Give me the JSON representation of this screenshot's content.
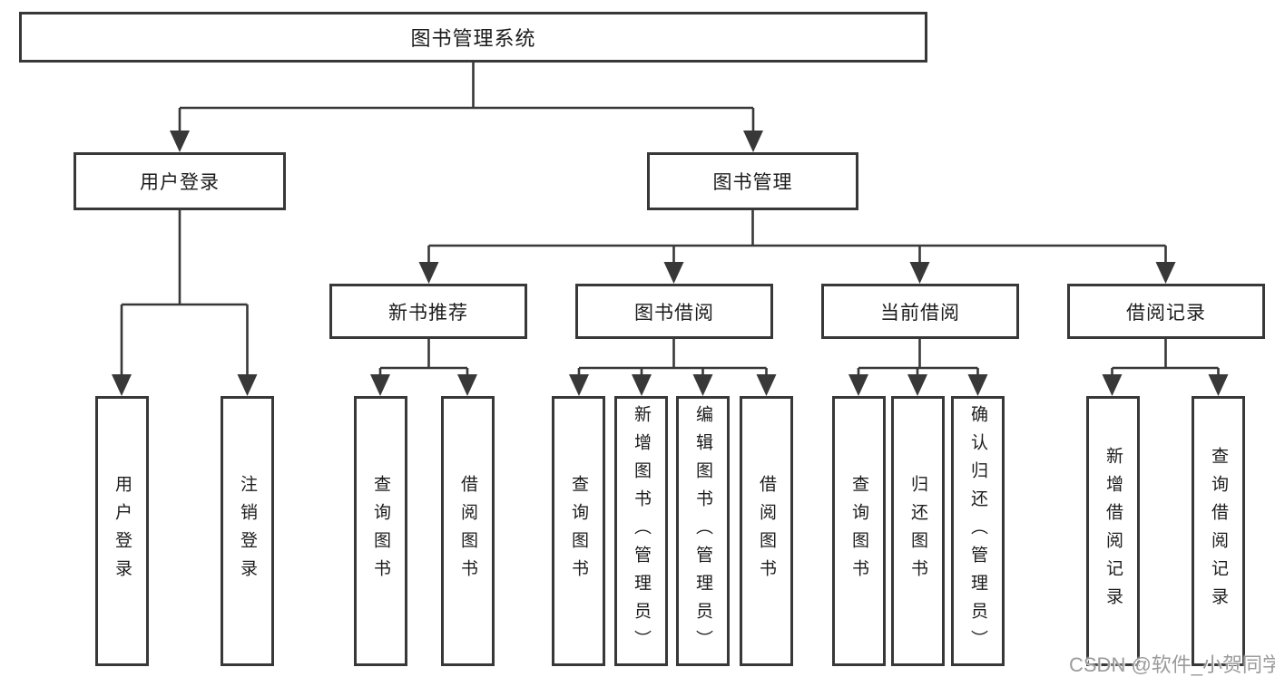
{
  "title": {
    "label": "图书管理系统"
  },
  "branches": [
    {
      "label": "用户登录",
      "children": [
        {
          "label": "用户登录"
        },
        {
          "label": "注销登录"
        }
      ]
    },
    {
      "label": "图书管理",
      "sections": [
        {
          "label": "新书推荐",
          "children": [
            {
              "label": "查询图书"
            },
            {
              "label": "借阅图书"
            }
          ]
        },
        {
          "label": "图书借阅",
          "children": [
            {
              "label": "查询图书"
            },
            {
              "label": "新增图书（管理员）"
            },
            {
              "label": "编辑图书（管理员）"
            },
            {
              "label": "借阅图书"
            }
          ]
        },
        {
          "label": "当前借阅",
          "children": [
            {
              "label": "查询图书"
            },
            {
              "label": "归还图书"
            },
            {
              "label": "确认归还（管理员）"
            }
          ]
        },
        {
          "label": "借阅记录",
          "children": [
            {
              "label": "新增借阅记录"
            },
            {
              "label": "查询借阅记录"
            }
          ]
        }
      ]
    }
  ],
  "watermark": {
    "text": "CSDN @软件_小贺同学"
  },
  "colors": {
    "line": "#383838",
    "box_border": "#383838",
    "text": "#1c1c1c",
    "background": "#ffffff",
    "watermark": "#9b9b9b"
  }
}
